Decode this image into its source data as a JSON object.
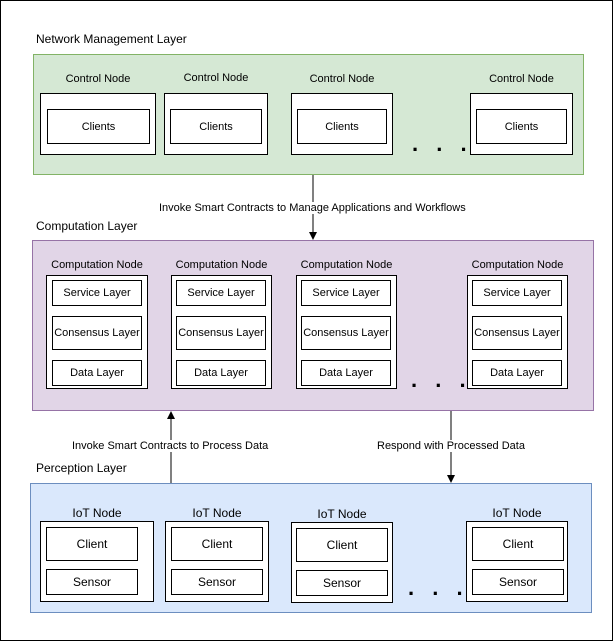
{
  "network_layer": {
    "title": "Network Management Layer",
    "nodes": [
      {
        "title": "Control Node",
        "client": "Clients"
      },
      {
        "title": "Control Node",
        "client": "Clients"
      },
      {
        "title": "Control Node",
        "client": "Clients"
      },
      {
        "title": "Control Node",
        "client": "Clients"
      }
    ],
    "ellipsis": ". . ."
  },
  "arrow_top": {
    "label": "Invoke Smart Contracts to Manage Applications and Workflows"
  },
  "computation_layer": {
    "title": "Computation Layer",
    "nodes": [
      {
        "title": "Computation Node",
        "service": "Service Layer",
        "consensus": "Consensus Layer",
        "data": "Data Layer"
      },
      {
        "title": "Computation Node",
        "service": "Service Layer",
        "consensus": "Consensus Layer",
        "data": "Data Layer"
      },
      {
        "title": "Computation Node",
        "service": "Service Layer",
        "consensus": "Consensus Layer",
        "data": "Data Layer"
      },
      {
        "title": "Computation Node",
        "service": "Service Layer",
        "consensus": "Consensus Layer",
        "data": "Data Layer"
      }
    ],
    "ellipsis": ". . ."
  },
  "arrow_left": {
    "label": "Invoke Smart Contracts to Process Data"
  },
  "arrow_right": {
    "label": "Respond with Processed Data"
  },
  "perception_layer": {
    "title": "Perception Layer",
    "nodes": [
      {
        "title": "IoT Node",
        "client": "Client",
        "sensor": "Sensor"
      },
      {
        "title": "IoT Node",
        "client": "Client",
        "sensor": "Sensor"
      },
      {
        "title": "IoT Node",
        "client": "Client",
        "sensor": "Sensor"
      },
      {
        "title": "IoT Node",
        "client": "Client",
        "sensor": "Sensor"
      }
    ],
    "ellipsis": ". . ."
  }
}
